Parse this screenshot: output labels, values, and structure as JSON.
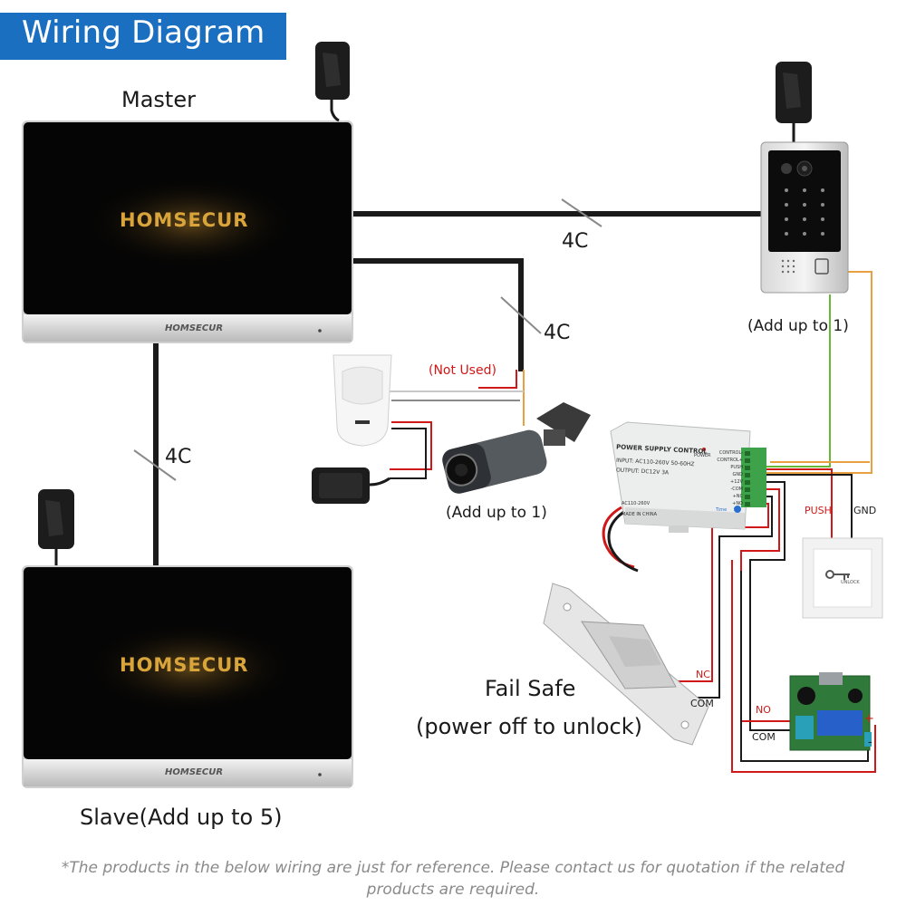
{
  "title": "Wiring Diagram",
  "master_label": "Master",
  "slave_label": "Slave(Add up to 5)",
  "brand": "HOMSECUR",
  "cable_label": "4C",
  "not_used_label": "(Not Used)",
  "door_station_note": "(Add up to 1)",
  "camera_note": "(Add up to 1)",
  "psu": {
    "title": "POWER SUPPLY CONTROL",
    "input": "INPUT: AC110-260V 50-60HZ",
    "output": "OUTPUT: DC12V 3A",
    "ac_label": "AC110-260V",
    "made_in": "MADE IN CHINA",
    "power": "POWER",
    "time": "Time",
    "terminals": [
      "CONTROL-",
      "CONTROL+",
      "PUSH",
      "GND",
      "+12V",
      "-COM",
      "+NC",
      "+NO"
    ]
  },
  "wire_labels": {
    "push": "PUSH",
    "gnd": "GND",
    "nc": "NC",
    "com_lock": "COM",
    "no": "NO",
    "com_relay": "COM",
    "plus": "+",
    "minus": "-"
  },
  "exit_button_label": "UNLOCK",
  "lock_label_1": "Fail Safe",
  "lock_label_2": "(power off to unlock)",
  "footnote": "*The products in the below wiring are just for reference. Please contact us for quotation if the related products are required.",
  "colors": {
    "title_bg": "#1a6fc0",
    "cable": "#1a1a1a",
    "red_wire": "#d01818",
    "orange_wire": "#e8a040",
    "green_wire": "#68b838",
    "brand_gold": "#d9a43a"
  }
}
